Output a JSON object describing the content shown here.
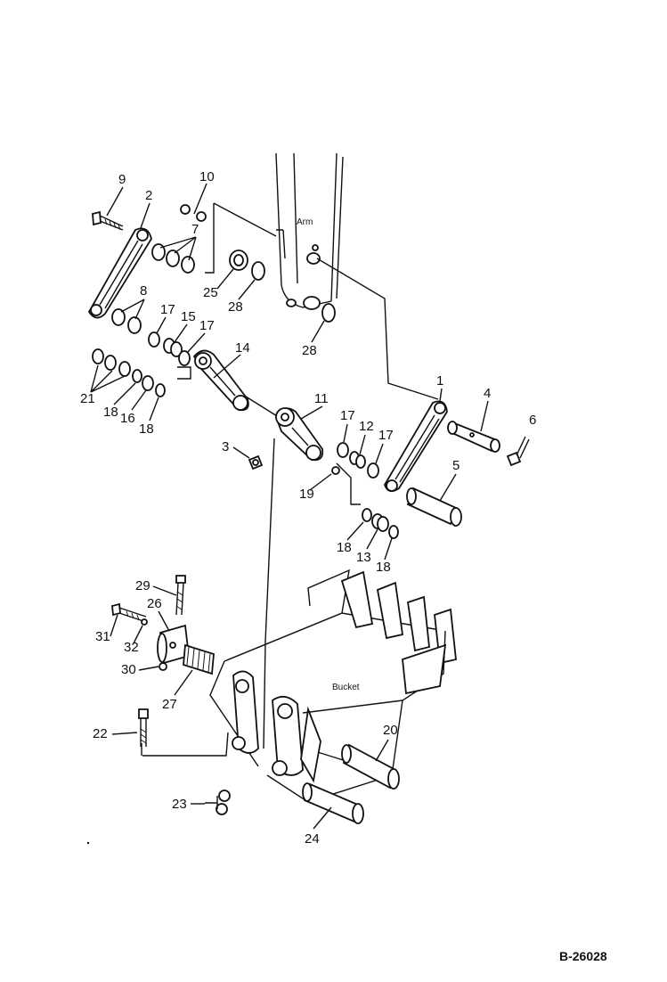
{
  "labels": {
    "arm": "Arm",
    "bucket": "Bucket",
    "drawing_code": "B-26028"
  },
  "callouts": {
    "c1": "1",
    "c2": "2",
    "c3": "3",
    "c4": "4",
    "c5": "5",
    "c6": "6",
    "c7": "7",
    "c8": "8",
    "c9": "9",
    "c10": "10",
    "c11": "11",
    "c12": "12",
    "c13": "13",
    "c14": "14",
    "c15": "15",
    "c16": "16",
    "c17": "17",
    "c18": "18",
    "c19": "19",
    "c20": "20",
    "c21": "21",
    "c22": "22",
    "c23": "23",
    "c24": "24",
    "c25": "25",
    "c26": "26",
    "c27": "27",
    "c28": "28",
    "c29": "29",
    "c30": "30",
    "c31": "31",
    "c32": "32"
  },
  "colors": {
    "ink": "#111111",
    "paper": "#ffffff"
  }
}
